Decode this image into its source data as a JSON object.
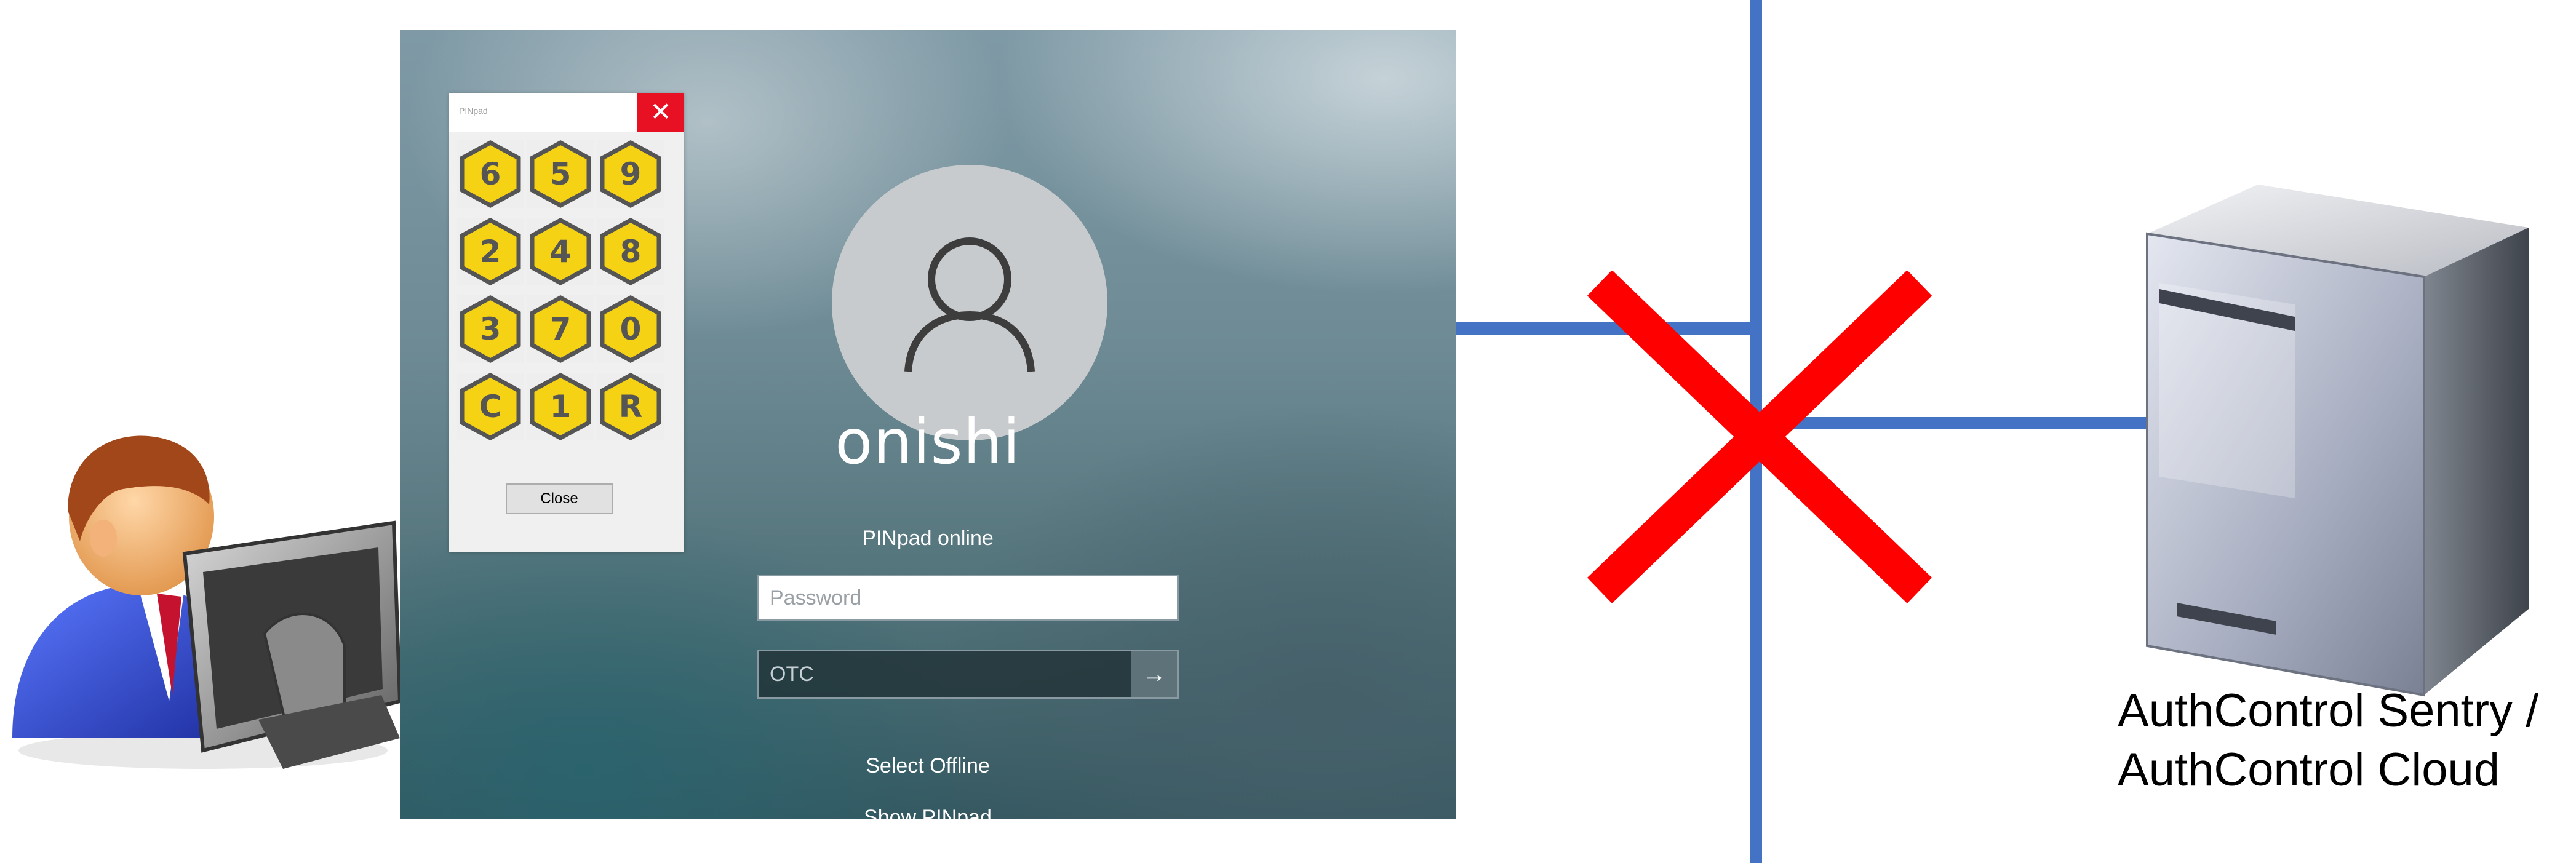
{
  "login": {
    "username": "onishi",
    "pinpad_status": "PINpad online",
    "password_placeholder": "Password",
    "otc_placeholder": "OTC",
    "submit_arrow": "→",
    "select_offline": "Select Offline",
    "show_pinpad": "Show PINpad"
  },
  "pinpad": {
    "title": "PINpad",
    "close_x": "✕",
    "keys": [
      "6",
      "5",
      "9",
      "2",
      "4",
      "8",
      "3",
      "7",
      "0",
      "C",
      "1",
      "R"
    ],
    "close_button": "Close"
  },
  "server": {
    "label_line1": "AuthControl Sentry /",
    "label_line2": "AuthControl Cloud"
  },
  "colors": {
    "network_line": "#4472c4",
    "cross": "#ff0000",
    "key_fill": "#f5d214",
    "key_border": "#555555",
    "close_red": "#e81123"
  }
}
